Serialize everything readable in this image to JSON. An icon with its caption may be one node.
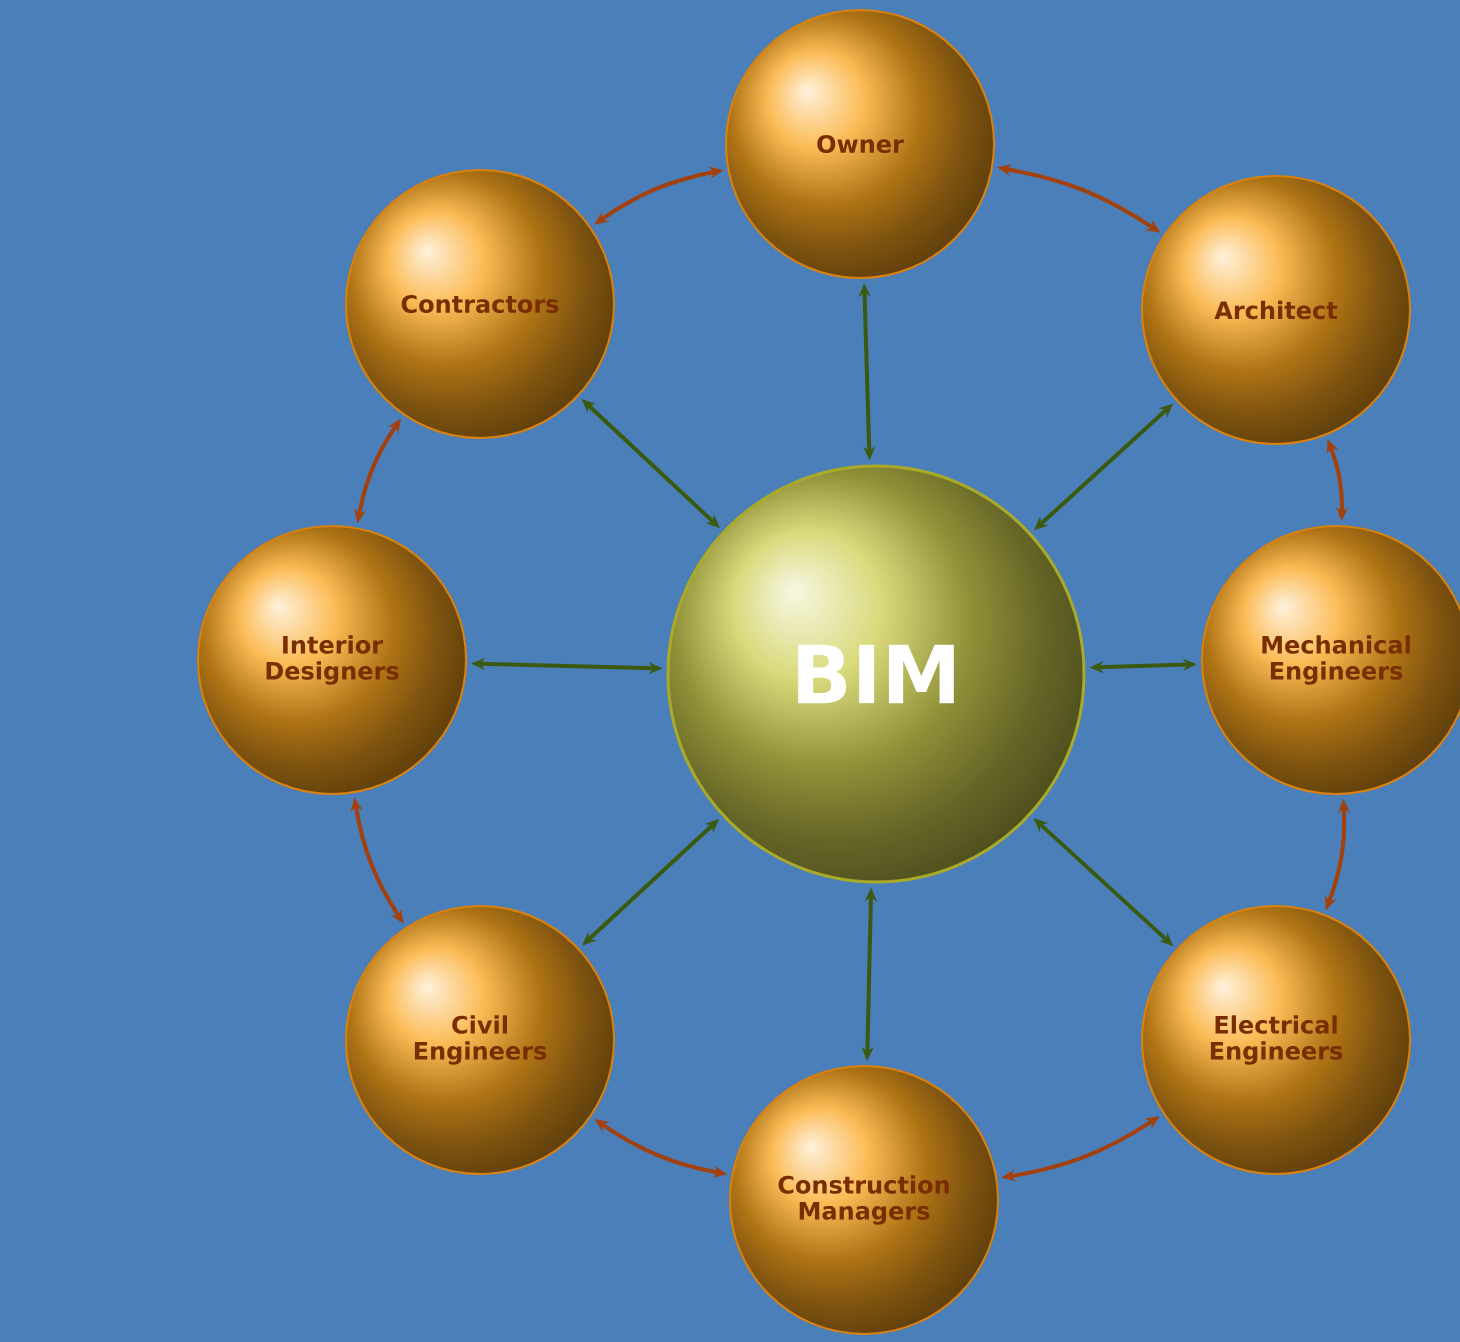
{
  "diagram": {
    "nodes": [
      {
        "text": [
          "BIM"
        ]
      },
      {
        "text": [
          "Owner"
        ]
      },
      {
        "text": [
          "Architect"
        ]
      },
      {
        "text": [
          "Mechanical Engineers"
        ]
      },
      {
        "text": [
          "Electrical Engineers"
        ]
      },
      {
        "text": [
          "Construction Managers"
        ]
      },
      {
        "text": [
          "Civil Engineers"
        ]
      },
      {
        "text": [
          "Interior Designers"
        ]
      },
      {
        "text": [
          "Contractors"
        ]
      }
    ],
    "edges": [
      {
        "from": 0,
        "to": 1,
        "arrow": "both",
        "color": "#3b5a10"
      },
      {
        "from": 0,
        "to": 2,
        "arrow": "both",
        "color": "#3b5a10"
      },
      {
        "from": 0,
        "to": 3,
        "arrow": "both",
        "color": "#3b5a10"
      },
      {
        "from": 0,
        "to": 4,
        "arrow": "both",
        "color": "#3b5a10"
      },
      {
        "from": 0,
        "to": 5,
        "arrow": "both",
        "color": "#3b5a10"
      },
      {
        "from": 0,
        "to": 6,
        "arrow": "both",
        "color": "#3b5a10"
      },
      {
        "from": 0,
        "to": 7,
        "arrow": "both",
        "color": "#3b5a10"
      },
      {
        "from": 0,
        "to": 8,
        "arrow": "both",
        "color": "#3b5a10"
      },
      {
        "from": 1,
        "to": 2,
        "arrow": "both",
        "color": "#a3400c"
      },
      {
        "from": 2,
        "to": 3,
        "arrow": "both",
        "color": "#a3400c"
      },
      {
        "from": 3,
        "to": 4,
        "arrow": "both",
        "color": "#a3400c"
      },
      {
        "from": 4,
        "to": 5,
        "arrow": "both",
        "color": "#a3400c"
      },
      {
        "from": 5,
        "to": 6,
        "arrow": "both",
        "color": "#a3400c"
      },
      {
        "from": 6,
        "to": 7,
        "arrow": "both",
        "color": "#a3400c"
      },
      {
        "from": 7,
        "to": 8,
        "arrow": "both",
        "color": "#a3400c"
      },
      {
        "from": 8,
        "to": 1,
        "arrow": "both",
        "color": "#a3400c"
      }
    ]
  }
}
